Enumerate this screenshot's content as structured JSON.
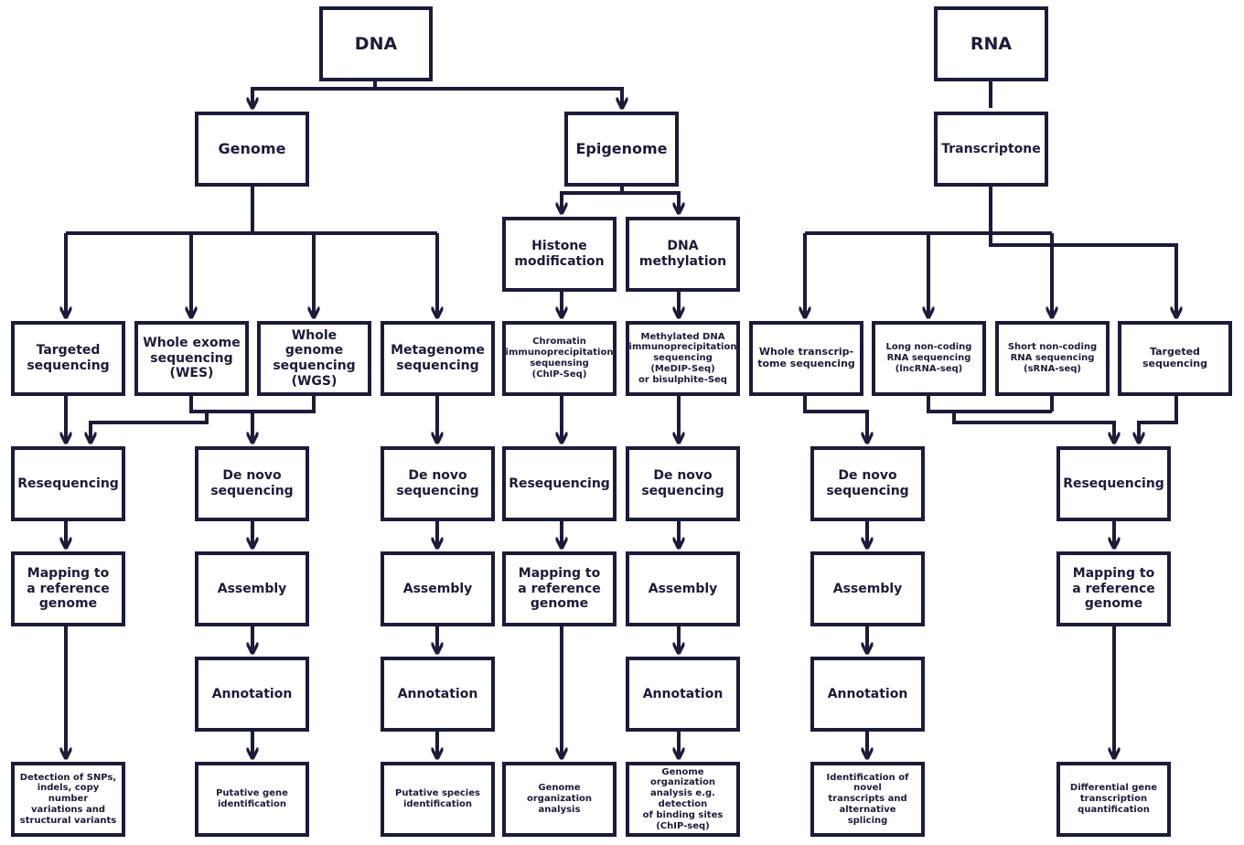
{
  "roots": {
    "dna": "DNA",
    "rna": "RNA"
  },
  "level2": {
    "genome": "Genome",
    "epigenome": "Epigenome",
    "transcriptome": "Transcriptone"
  },
  "epigenome_types": {
    "histone": "Histone\nmodification",
    "methylation": "DNA\nmethylation"
  },
  "methods": {
    "targeted_dna": "Targeted\nsequencing",
    "wes": "Whole exome\nsequencing\n(WES)",
    "wgs": "Whole genome\nsequencing\n(WGS)",
    "metagenome": "Metagenome\nsequencing",
    "chip": "Chromatin\nimmunoprecipitation\nsequensing\n(ChIP-Seq)",
    "medip": "Methylated DNA\nimmunoprecipitation\nsequencing\n(MeDIP-Seq)\nor bisulphite-Seq",
    "whole_transcriptome": "Whole transcrip-\ntome sequencing",
    "lncrna": "Long non-coding\nRNA sequencing\n(lncRNA-seq)",
    "srna": "Short non-coding\nRNA sequencing\n(sRNA-seq)",
    "targeted_rna": "Targeted\nsequencing"
  },
  "steps": {
    "resequencing": "Resequencing",
    "de_novo": "De novo\nsequencing",
    "mapping": "Mapping to\na reference\ngenome",
    "assembly": "Assembly",
    "annotation": "Annotation"
  },
  "outcomes": {
    "snps": "Detection of SNPs,\nindels, copy number\nvariations and\nstructural variants",
    "putative_gene": "Putative gene\nidentification",
    "putative_species": "Putative species\nidentification",
    "genome_org": "Genome\norganization\nanalysis",
    "genome_org_binding": "Genome organization\nanalysis e.g. detection\nof binding sites\n(ChIP-seq)",
    "novel_transcripts": "Identification of novel\ntranscripts and\nalternative splicing",
    "differential": "Differential gene\ntranscription\nquantification"
  },
  "colors": {
    "stroke": "#1b1b3a",
    "background": "#ffffff"
  }
}
